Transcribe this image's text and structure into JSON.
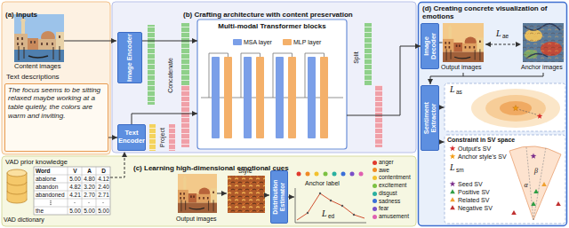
{
  "diagram": {
    "nodes": [
      {
        "text": [
          "(a) Inputs"
        ]
      },
      {
        "text": [
          "Text descriptions",
          "The focus seems to be sitting relaxed maybe working at a table quietly, the colors are warm and inviting."
        ],
        "in": 0
      },
      {
        "text": [
          "(b) Crafting architecture with content preservation"
        ]
      },
      {
        "text": [
          "Image Encoder"
        ],
        "in": 2
      },
      {
        "text": [
          "Text Encoder"
        ],
        "in": 2
      },
      {
        "text": [
          "Multi-modal Transformer blocks"
        ],
        "in": 2
      },
      {
        "text": [
          "(c) Learning high-dimensional emotional cues"
        ]
      },
      {
        "text": [
          "Distribution Estimator"
        ],
        "in": 6
      },
      {
        "text": [
          "(d) Creating concrete visualization of emotions"
        ]
      },
      {
        "text": [
          "Image Decoder"
        ],
        "in": 8
      },
      {
        "text": [
          "Sentiment Extractor"
        ],
        "in": 8
      }
    ],
    "edges": [
      {
        "from": 1,
        "to": 4,
        "arrow": "to"
      },
      {
        "from": 3,
        "to": 5,
        "arrow": "to"
      },
      {
        "from": 4,
        "to": 5,
        "arrow": "to"
      },
      {
        "from": 5,
        "to": 9,
        "arrow": "to"
      }
    ],
    "labels": [
      "Content images",
      "Concatenate",
      "Project",
      "Split",
      "VAD prior knowledge",
      "VAD dictionary",
      "Word",
      "V",
      "A",
      "D",
      "abalone",
      "5.00",
      "4.80",
      "4.12",
      "abandon",
      "4.82",
      "3.20",
      "2.40",
      "abandoned",
      "4.21",
      "2.70",
      "2.71",
      "the",
      "5.00",
      "5.00",
      "5.00",
      "Output images",
      "Style",
      "Anchor label",
      "L",
      "ed",
      "Output images",
      "Anchor images",
      "L",
      "ae",
      "L",
      "as",
      "Constraint in SV space",
      "L",
      "sm",
      "α",
      "β"
    ],
    "legend": [
      {
        "text": "MSA layer",
        "color": "#7b9fe8"
      },
      {
        "text": "MLP layer",
        "color": "#f4b06a"
      },
      {
        "text": "anger",
        "color": "#e03a2e"
      },
      {
        "text": "awe",
        "color": "#f08a24"
      },
      {
        "text": "contentment",
        "color": "#f2c12e"
      },
      {
        "text": "excitement",
        "color": "#7cc142"
      },
      {
        "text": "disgust",
        "color": "#2ab0a0"
      },
      {
        "text": "sadness",
        "color": "#3a6fd8"
      },
      {
        "text": "fear",
        "color": "#7a4fc8"
      },
      {
        "text": "amusement",
        "color": "#e060b0"
      },
      {
        "text": "Output's SV"
      },
      {
        "text": "Anchor style's SV"
      },
      {
        "text": "Seed SV"
      },
      {
        "text": "Positive SV"
      },
      {
        "text": "Related SV"
      },
      {
        "text": "Negative SV"
      }
    ]
  }
}
